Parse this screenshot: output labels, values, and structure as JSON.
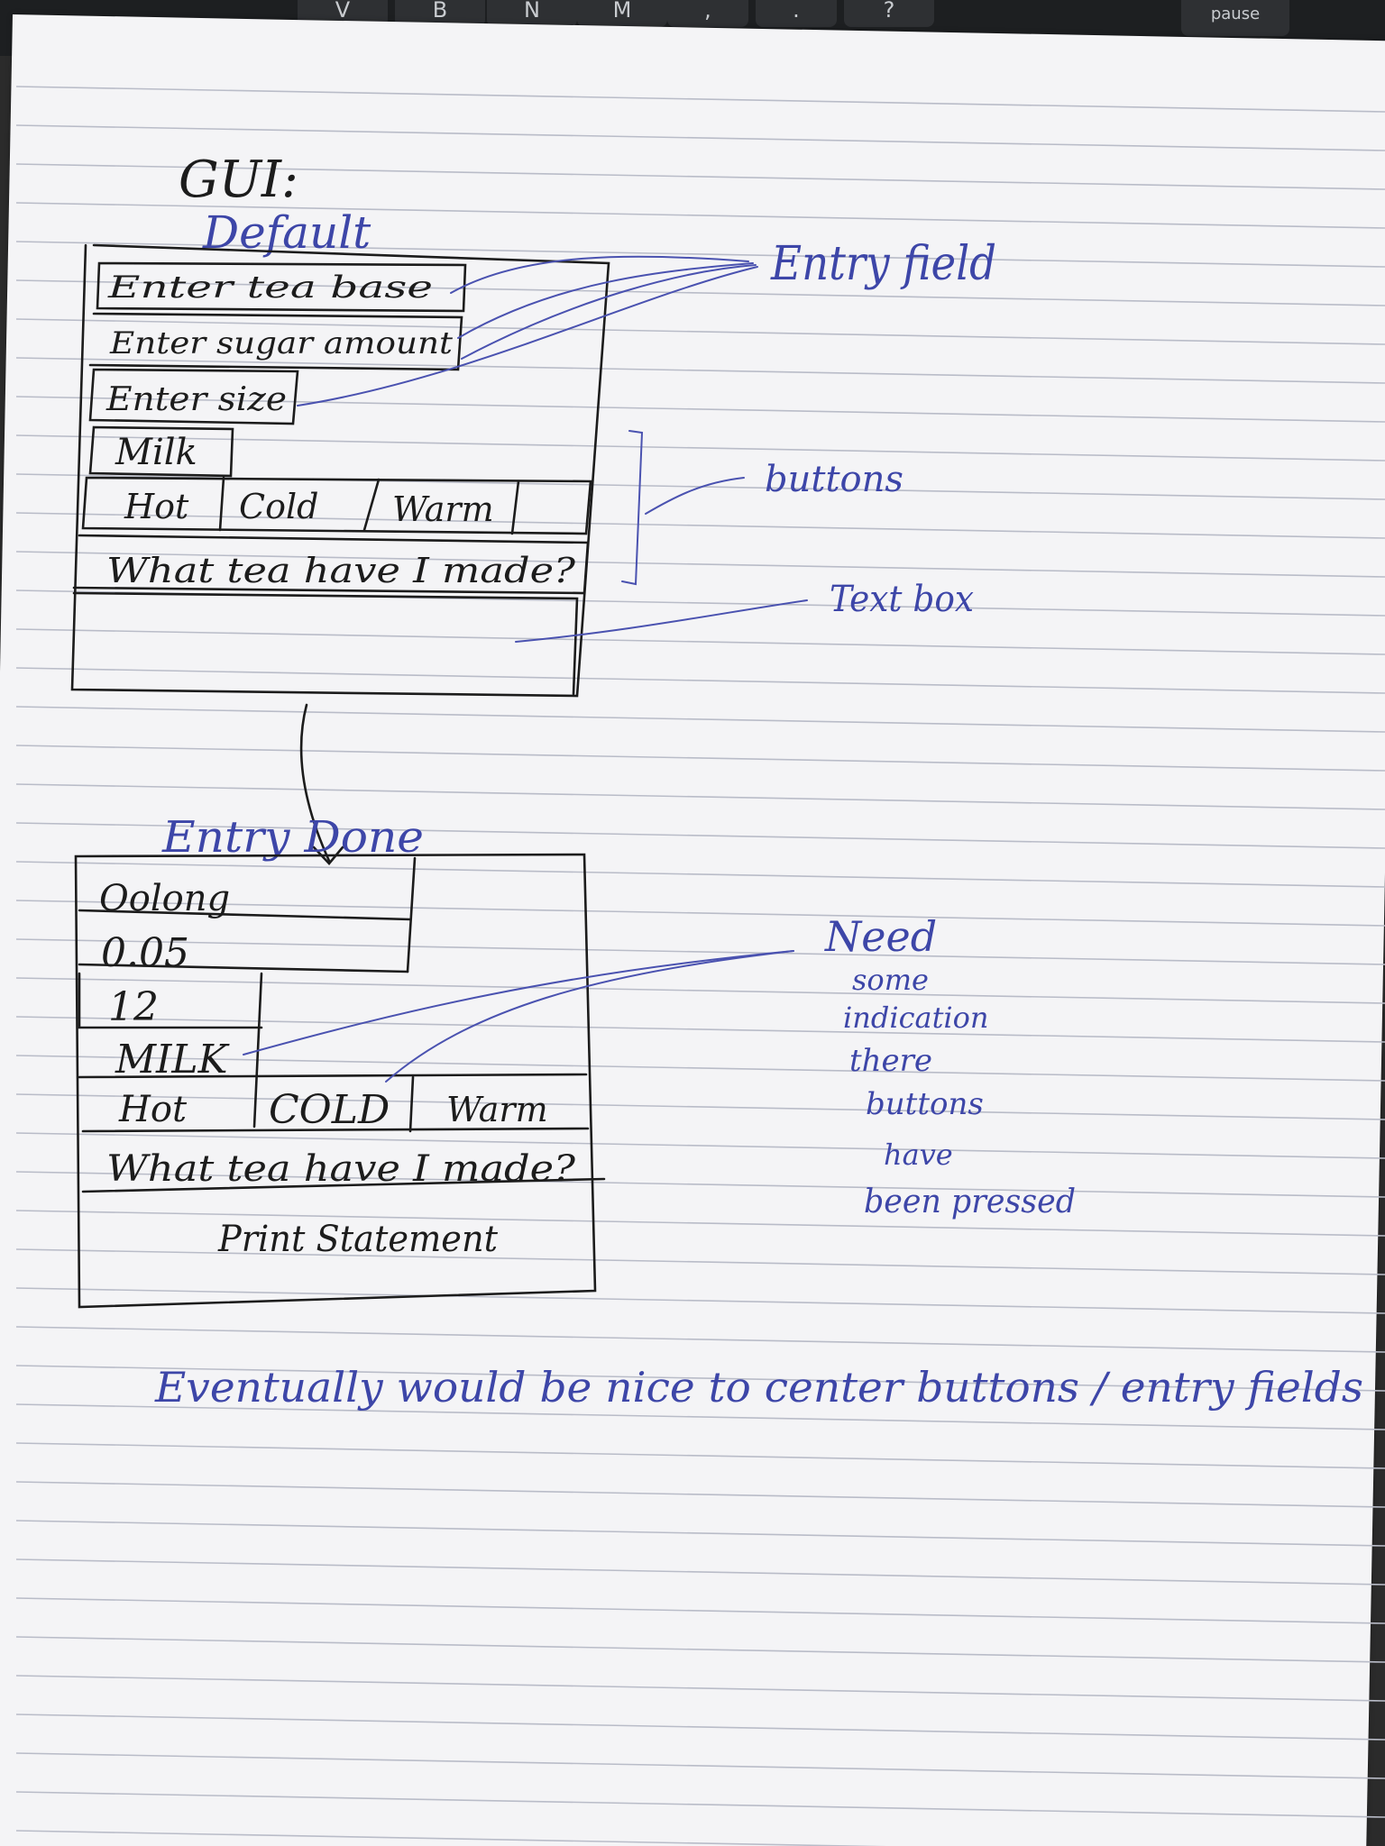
{
  "keyboard": {
    "keys": [
      "V",
      "B",
      "N",
      "M",
      ",",
      ".",
      "?",
      "pause"
    ]
  },
  "sketch": {
    "heading": "GUI:",
    "default_mockup": {
      "title": "Default",
      "entry_fields": [
        "Enter tea base",
        "Enter sugar amount",
        "Enter size"
      ],
      "milk_button": "Milk",
      "temperature_buttons": [
        "Hot",
        "Cold",
        "Warm"
      ],
      "submit_button": "What tea have I made?"
    },
    "entry_done_mockup": {
      "title": "Entry Done",
      "entry_values": [
        "Oolong",
        "0.05",
        "12"
      ],
      "milk_button": "MILK",
      "temperature_buttons": [
        "Hot",
        "COLD",
        "Warm"
      ],
      "submit_button": "What tea have I made?",
      "output_text": "Print Statement"
    },
    "annotations": {
      "entry_field": "Entry field",
      "buttons": "buttons",
      "text_box": "Text box",
      "indication_note": [
        "Need",
        "some",
        "indication",
        "there",
        "buttons",
        "have",
        "been pressed"
      ]
    },
    "footer_note": "Eventually would be nice to center buttons / entry fields"
  },
  "colors": {
    "paper": "#f4f4f6",
    "black_ink": "#1c1c1c",
    "blue_ink": "#3d46a8",
    "rule_lines": "#b9bcc8"
  }
}
